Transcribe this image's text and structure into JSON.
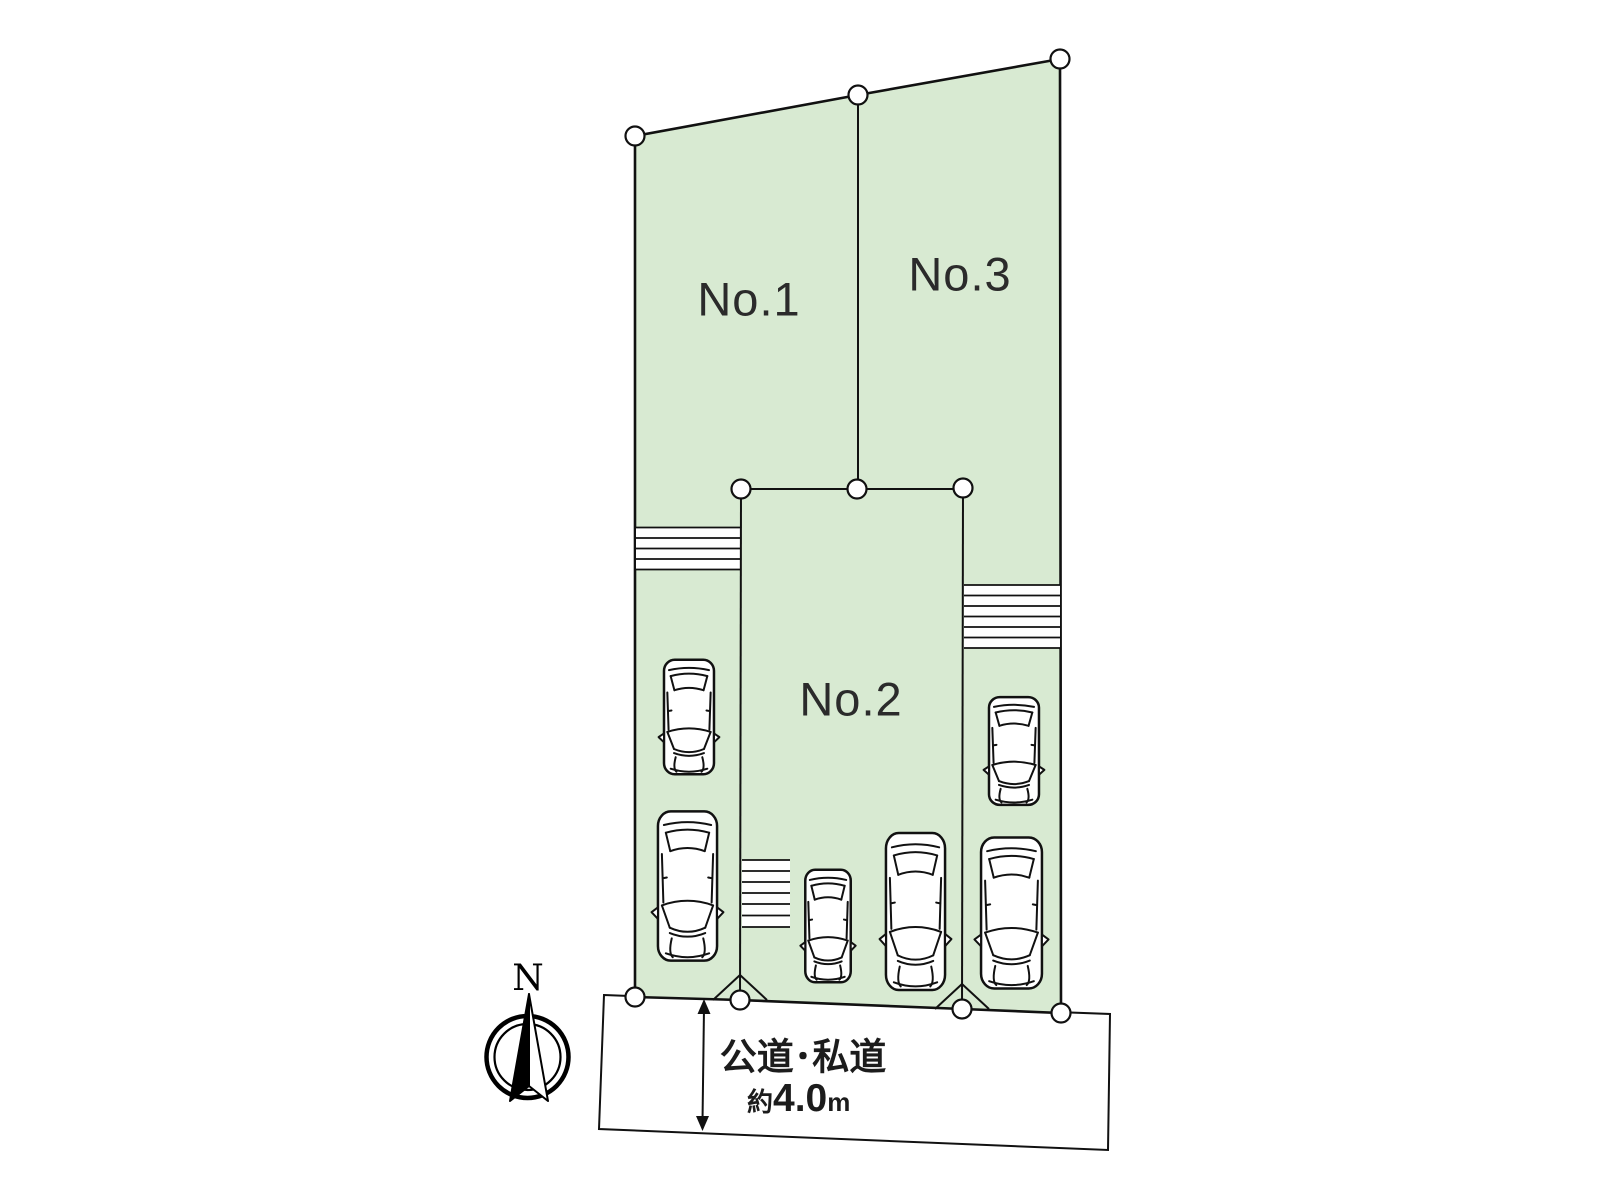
{
  "diagram": {
    "lots": [
      {
        "id": "no1",
        "label": "No.1"
      },
      {
        "id": "no2",
        "label": "No.2"
      },
      {
        "id": "no3",
        "label": "No.3"
      }
    ],
    "road": {
      "name": "公道･私道",
      "width_prefix": "約",
      "width_value": "4.0",
      "width_unit": "m"
    },
    "compass": {
      "north_label": "N"
    },
    "colors": {
      "lot_fill": "#d8ead2",
      "road_fill": "#d1d1d1",
      "outline": "#111111",
      "label_text": "#2b2b2b",
      "background": "#ffffff"
    },
    "counts": {
      "cars": 6,
      "boundary_points": 10
    }
  }
}
